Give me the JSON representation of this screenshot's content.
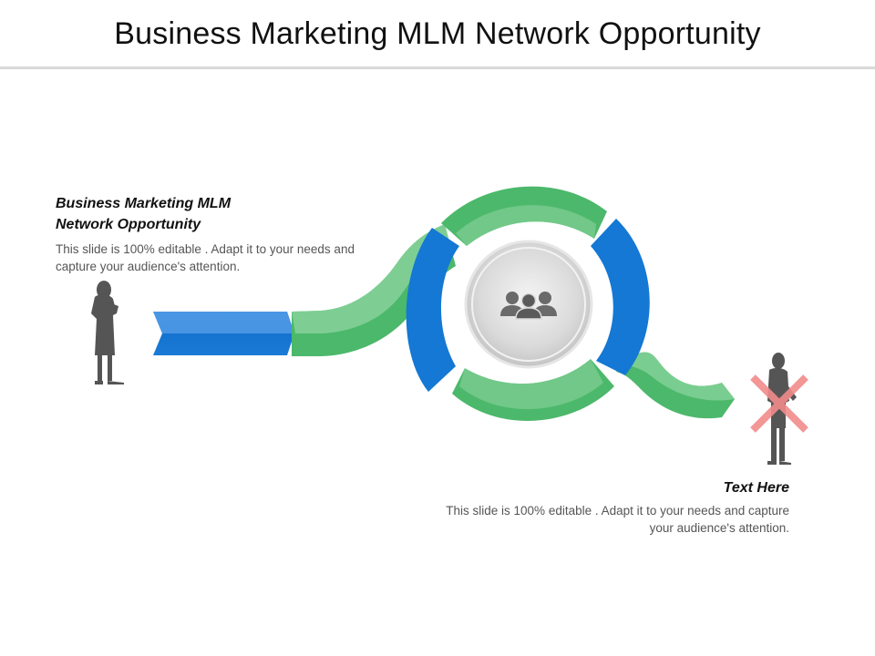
{
  "slide": {
    "title": "Business Marketing MLM Network Opportunity"
  },
  "left_text": {
    "heading": "Business Marketing MLM Network Opportunity",
    "body": "This slide is 100% editable . Adapt it to your needs and capture your audience's attention."
  },
  "right_text": {
    "heading": "Text Here",
    "body": "This slide is 100% editable . Adapt it to your needs and capture your audience's attention."
  },
  "icons": {
    "center": "group-of-people-icon",
    "left_figure": "businesswoman-silhouette-icon",
    "right_figure": "businessman-silhouette-icon",
    "cross": "cross-mark-icon"
  },
  "colors": {
    "green": "#4cb86b",
    "green_light": "#8fd6a0",
    "blue": "#1478d4",
    "blue_light": "#3f8fe0",
    "silhouette": "#555555",
    "cross": "#f28b8b",
    "center_gray": "#d6d6d6"
  }
}
